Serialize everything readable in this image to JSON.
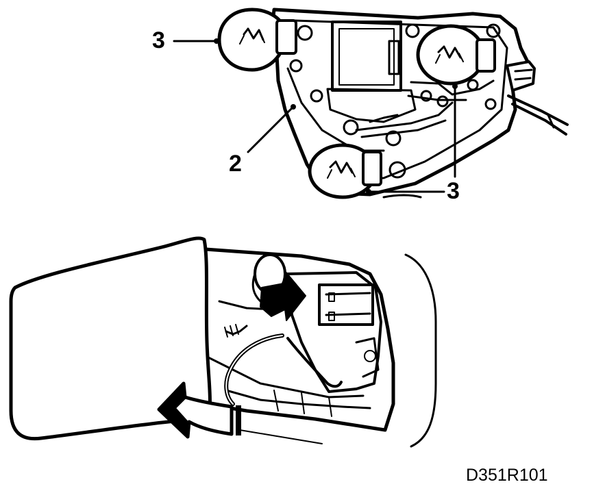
{
  "callouts": {
    "bulb_top_left": "3",
    "holder": "2",
    "bulbs_bottom_right": "3"
  },
  "figure_code": "D351R101",
  "colors": {
    "ink": "#000000",
    "paper": "#ffffff"
  }
}
